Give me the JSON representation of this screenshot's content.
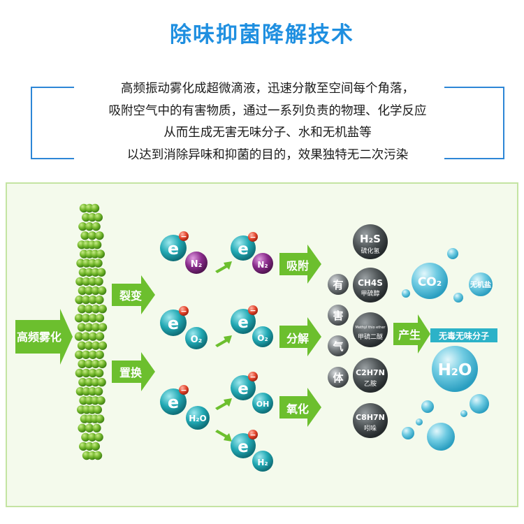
{
  "title": "除味抑菌降解技术",
  "description": [
    "高频振动雾化成超微滴液，迅速分散至空间每个角落，",
    "吸附空气中的有害物质，通过一系列负责的物理、化学反应",
    "从而生成无害无味分子、水和无机盐等",
    "以达到消除异味和抑菌的目的，效果独特无二次污染"
  ],
  "diagram": {
    "start_label": "高频雾化",
    "stage1_labels": [
      "裂变",
      "置换"
    ],
    "electron_symbol": "e",
    "minus_symbol": "−",
    "stage1_particles": [
      "N₂",
      "O₂",
      "H₂O"
    ],
    "stage2_particles": [
      "N₂",
      "O₂",
      "OH",
      "H₂"
    ],
    "stage2_labels": [
      "吸附",
      "分解",
      "氧化"
    ],
    "harmful_chars": [
      "有",
      "害",
      "气",
      "体"
    ],
    "pollutants": [
      {
        "formula": "H₂S",
        "name": "硫化氢"
      },
      {
        "formula": "CH4S",
        "name": "甲硫醇"
      },
      {
        "formula": "Methyl thio ether",
        "name": "甲硫二醚"
      },
      {
        "formula": "C2H7N",
        "name": "乙胺"
      },
      {
        "formula": "C8H7N",
        "name": "吲哚"
      }
    ],
    "produce_label": "产生",
    "harmless_label": "无毒无味分子",
    "products": [
      "CO₂",
      "无机盐",
      "H₂O"
    ],
    "colors": {
      "green_dot": "#6eb52a",
      "green_arrow": "#6cbf2e",
      "teal": "#1ea9b3",
      "purple": "#8a2c8c",
      "gray_ball": "#7b8083",
      "bubble": "#4dbdd8",
      "title_blue": "#1f8fe0"
    }
  }
}
